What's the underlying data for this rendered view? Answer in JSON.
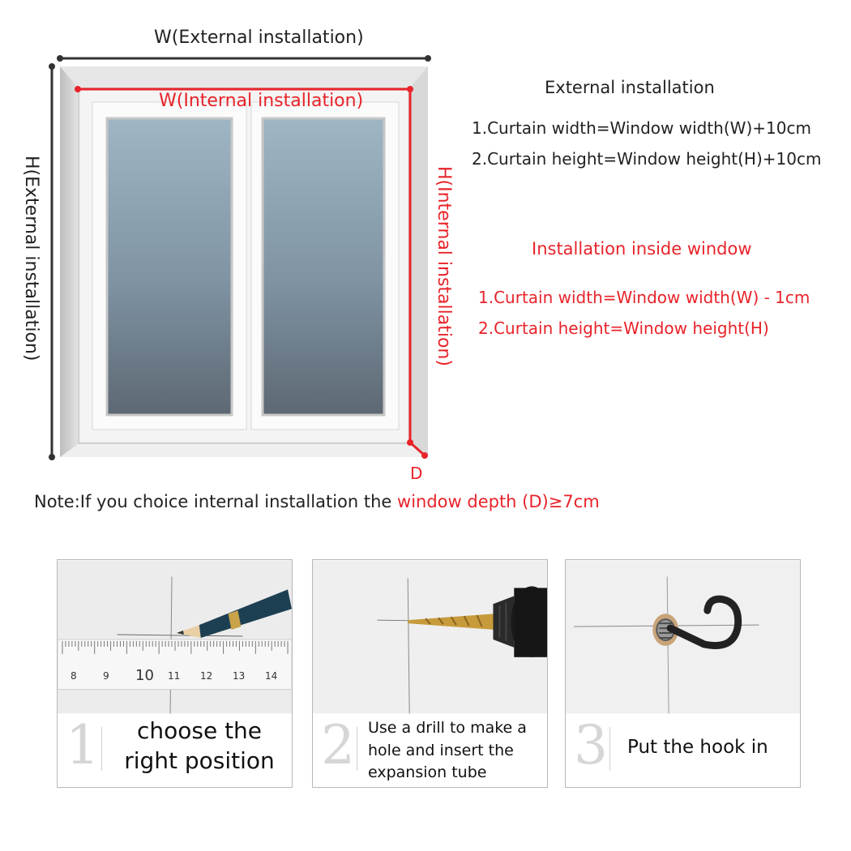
{
  "diagram": {
    "external_width_label": "W(External installation)",
    "internal_width_label": "W(Internal installation)",
    "external_height_label": "H(External installation)",
    "internal_height_label": "H(Internal installation)",
    "depth_label": "D"
  },
  "external_rules": {
    "title": "External installation",
    "line1": "1.Curtain width=Window width(W)+10cm",
    "line2": "2.Curtain height=Window height(H)+10cm"
  },
  "internal_rules": {
    "title": "Installation inside window",
    "line1": "1.Curtain width=Window width(W) - 1cm",
    "line2": "2.Curtain height=Window height(H)"
  },
  "note": {
    "prefix": "Note:If you choice internal installation the ",
    "highlight": "window depth (D)≥7cm"
  },
  "steps": [
    {
      "number": "1",
      "lines": [
        "choose the",
        "right position"
      ],
      "ruler_ticks": [
        "8",
        "9",
        "10",
        "11",
        "12",
        "13",
        "14"
      ]
    },
    {
      "number": "2",
      "lines": [
        "Use a drill to make a",
        "hole and insert the",
        "expansion tube"
      ]
    },
    {
      "number": "3",
      "lines": [
        "Put the hook in"
      ]
    }
  ],
  "colors": {
    "accent_red": "#e8232a",
    "frame_white": "#f4f4f4",
    "glass_top": "#9fb6c4",
    "glass_bottom": "#5d6873"
  }
}
